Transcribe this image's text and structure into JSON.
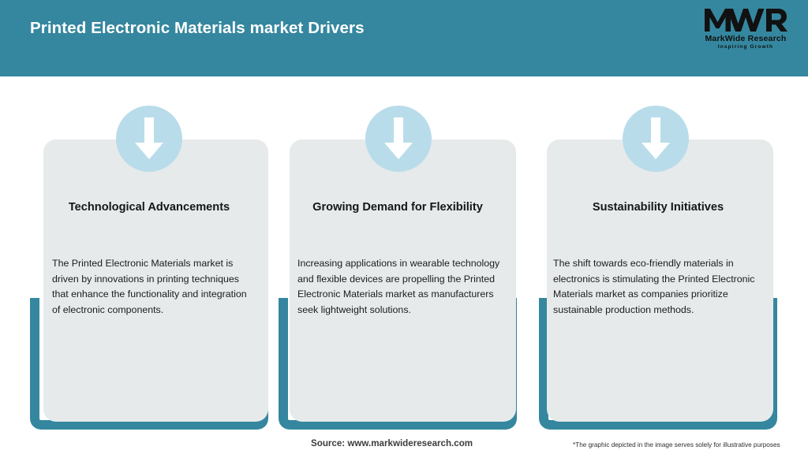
{
  "header": {
    "title": "Printed Electronic Materials market Drivers",
    "background_color": "#35879f",
    "title_color": "#ffffff",
    "logo": {
      "mark": "MWR",
      "name": "MarkWide Research",
      "tagline": "Inspiring Growth"
    }
  },
  "cards": [
    {
      "icon": "down-arrow-icon",
      "title": "Technological Advancements",
      "body": "The Printed Electronic Materials market is driven by innovations in printing techniques that enhance the functionality and integration of electronic components."
    },
    {
      "icon": "down-arrow-icon",
      "title": "Growing Demand for Flexibility",
      "body": "Increasing applications in wearable technology and flexible devices are propelling the Printed Electronic Materials market as manufacturers seek lightweight solutions."
    },
    {
      "icon": "down-arrow-icon",
      "title": "Sustainability Initiatives",
      "body": "The shift towards eco-friendly materials in electronics is stimulating the Printed Electronic Materials market as companies prioritize sustainable production methods."
    }
  ],
  "footer": {
    "source": "Source: www.markwideresearch.com",
    "disclaimer": "*The graphic depicted in the image serves solely for illustrative purposes"
  },
  "colors": {
    "accent_teal": "#35879f",
    "badge_blue": "#b9dcea",
    "card_grey": "#e6eaeb",
    "page_white": "#ffffff"
  }
}
